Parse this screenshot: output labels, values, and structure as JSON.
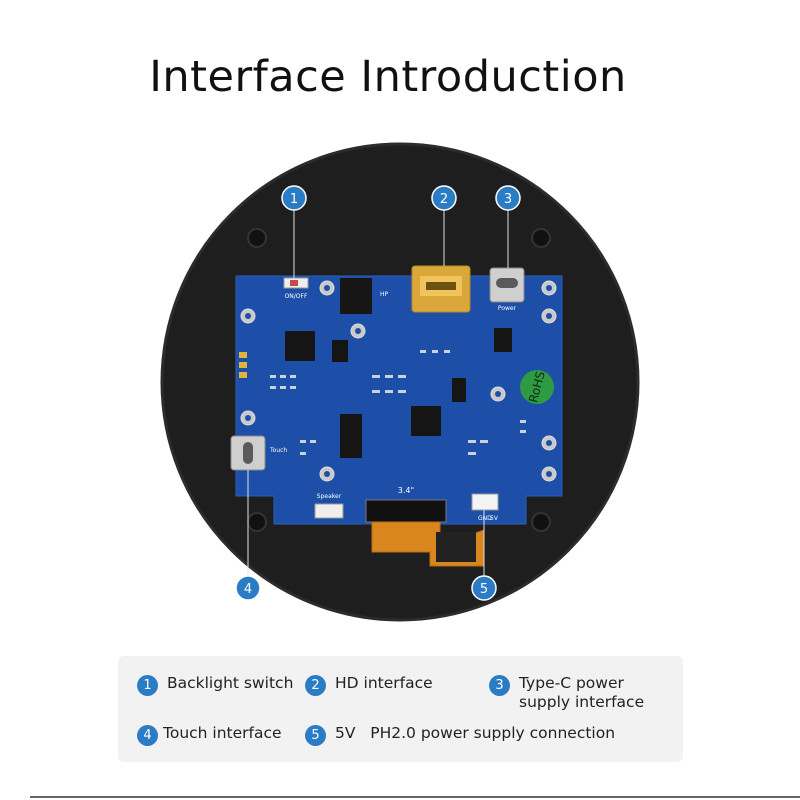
{
  "title": "Interface Introduction",
  "colors": {
    "accent": "#2a7cc4",
    "pcb": "#1d4fa8",
    "case": "#1e1e1e"
  },
  "board_labels": {
    "on_off": "ON/OFF",
    "hp": "HP",
    "power": "Power",
    "rohs": "RoHS",
    "touch": "Touch",
    "speaker": "Speaker",
    "size": "3.4\"",
    "gnd": "GND",
    "v5": "5V"
  },
  "callouts": [
    {
      "num": "1"
    },
    {
      "num": "2"
    },
    {
      "num": "3"
    },
    {
      "num": "4"
    },
    {
      "num": "5"
    }
  ],
  "legend": [
    {
      "num": "1",
      "label": "Backlight switch"
    },
    {
      "num": "2",
      "label": "HD interface"
    },
    {
      "num": "3",
      "label": "Type-C power supply interface"
    },
    {
      "num": "4",
      "label": "Touch interface"
    },
    {
      "num": "5",
      "label": "5V   PH2.0 power supply connection"
    }
  ]
}
